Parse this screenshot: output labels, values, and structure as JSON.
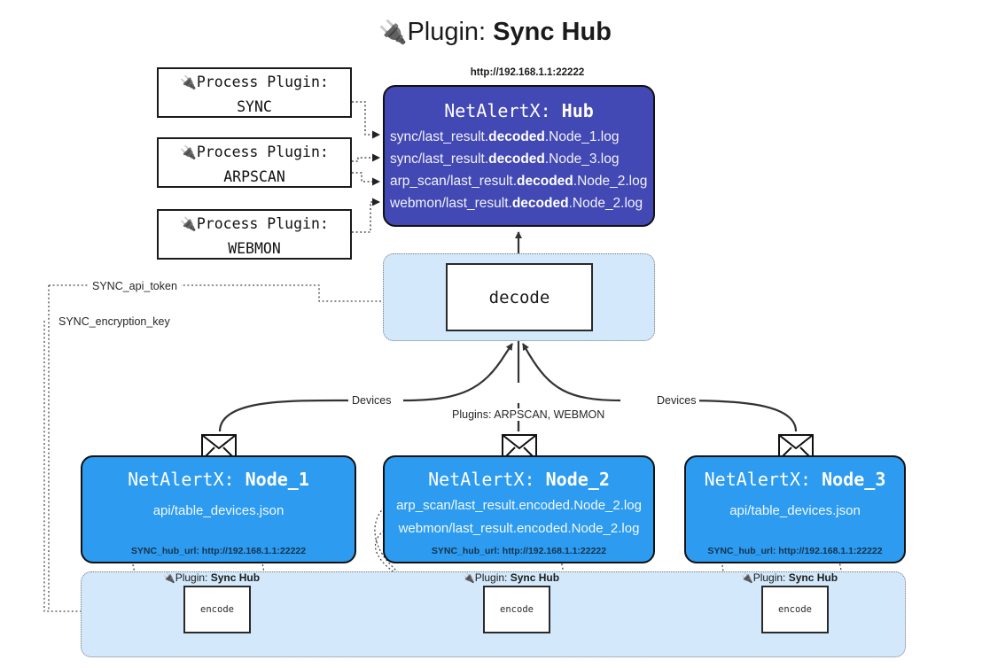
{
  "title": {
    "icon": "plug-icon",
    "prefix": "Plugin:",
    "name": "Sync Hub"
  },
  "process_plugins": [
    {
      "icon": "plug-icon",
      "line1": "Process Plugin:",
      "line2": "SYNC"
    },
    {
      "icon": "plug-icon",
      "line1": "Process Plugin:",
      "line2": "ARPSCAN"
    },
    {
      "icon": "plug-icon",
      "line1": "Process Plugin:",
      "line2": "WEBMON"
    }
  ],
  "hub": {
    "url": "http://192.168.1.1:22222",
    "title_prefix": "NetAlertX:",
    "title_name": "Hub",
    "lines": [
      {
        "pre": "sync/last_result.",
        "bold": "decoded",
        "post": ".Node_1.log"
      },
      {
        "pre": "sync/last_result.",
        "bold": "decoded",
        "post": ".Node_3.log"
      },
      {
        "pre": "arp_scan/last_result.",
        "bold": "decoded",
        "post": ".Node_2.log"
      },
      {
        "pre": "webmon/last_result.",
        "bold": "decoded",
        "post": ".Node_2.log"
      }
    ]
  },
  "decode": {
    "label": "decode"
  },
  "edge_labels": {
    "sync_api_token": "SYNC_api_token",
    "sync_encryption_key": "SYNC_encryption_key",
    "devices_left": "Devices",
    "devices_right": "Devices",
    "plugins_center": "Plugins: ARPSCAN, WEBMON"
  },
  "nodes": [
    {
      "id": "node1",
      "title_prefix": "NetAlertX:",
      "title_name": "Node_1",
      "lines": [
        "api/table_devices.json"
      ],
      "footer": "SYNC_hub_url: http://192.168.1.1:22222",
      "envelope": "envelope-icon"
    },
    {
      "id": "node2",
      "title_prefix": "NetAlertX:",
      "title_name": "Node_2",
      "lines": [
        "arp_scan/last_result.encoded.Node_2.log",
        "webmon/last_result.encoded.Node_2.log"
      ],
      "footer": "SYNC_hub_url: http://192.168.1.1:22222",
      "envelope": "envelope-icon"
    },
    {
      "id": "node3",
      "title_prefix": "NetAlertX:",
      "title_name": "Node_3",
      "lines": [
        "api/table_devices.json"
      ],
      "footer": "SYNC_hub_url: http://192.168.1.1:22222",
      "envelope": "envelope-icon"
    }
  ],
  "encoders": [
    {
      "caption_icon": "plug-icon",
      "caption_prefix": "Plugin:",
      "caption_name": "Sync Hub",
      "label": "encode"
    },
    {
      "caption_icon": "plug-icon",
      "caption_prefix": "Plugin:",
      "caption_name": "Sync Hub",
      "label": "encode"
    },
    {
      "caption_icon": "plug-icon",
      "caption_prefix": "Plugin:",
      "caption_name": "Sync Hub",
      "label": "encode"
    }
  ],
  "colors": {
    "hub_fill": "#4248b4",
    "node_fill": "#2c9bf0",
    "container_fill": "#d3e8fb",
    "stroke": "#111111",
    "dotted": "#4a4a4a"
  }
}
